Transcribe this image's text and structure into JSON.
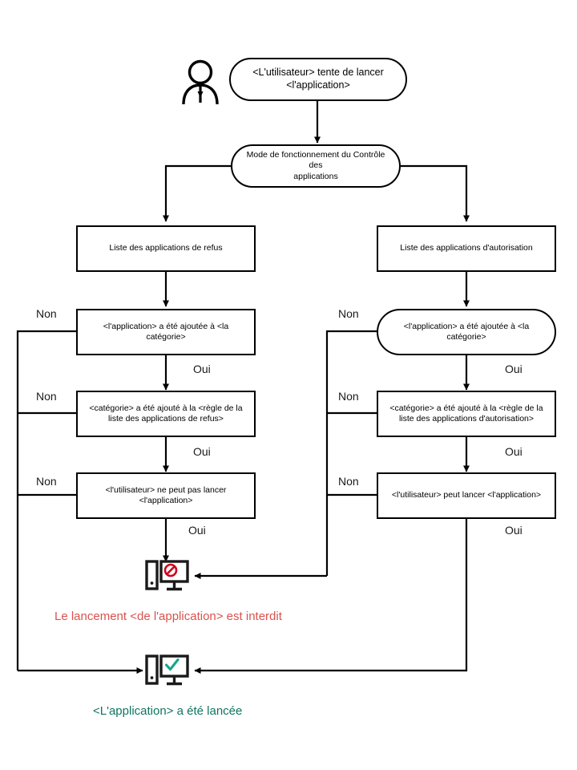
{
  "diagram": {
    "title_text_language": "fr",
    "actor": {
      "icon": "user-person-icon"
    },
    "nodes": {
      "start": {
        "label": "<L'utilisateur> tente de lancer <l'application>",
        "line1": "<L'utilisateur> tente de lancer",
        "line2": "<l'application>",
        "shape": "stadium"
      },
      "mode": {
        "label": "Mode de fonctionnement du Contrôle des applications",
        "line1": "Mode de fonctionnement du Contrôle des",
        "line2": "applications",
        "shape": "stadium"
      },
      "deny_list": {
        "label": "Liste des applications de refus",
        "shape": "rect"
      },
      "allow_list": {
        "label": "Liste des applications d'autorisation",
        "shape": "rect"
      },
      "left_q1": {
        "line1": "<l'application> a été ajoutée à <la",
        "line2": "catégorie>",
        "label": "<l'application> a été ajoutée à <la catégorie>",
        "shape": "rect"
      },
      "left_q2": {
        "line1": "<catégorie> a été ajouté à la <règle de la",
        "line2": "liste des applications de refus>",
        "label": "<catégorie> a été ajouté à la <règle de la liste des applications de refus>",
        "shape": "rect"
      },
      "left_q3": {
        "line1": "<l'utilisateur> ne peut pas lancer",
        "line2": "<l'application>",
        "label": "<l'utilisateur> ne peut pas lancer <l'application>",
        "shape": "rect"
      },
      "right_q1": {
        "line1": "<l'application> a été ajoutée à <la",
        "line2": "catégorie>",
        "label": "<l'application> a été ajoutée à <la catégorie>",
        "shape": "stadium"
      },
      "right_q2": {
        "line1": "<catégorie> a été ajouté à la <règle de la",
        "line2": "liste des applications d'autorisation>",
        "label": "<catégorie> a été ajouté à la <règle de la liste des applications d'autorisation>",
        "shape": "rect"
      },
      "right_q3": {
        "label": "<l'utilisateur> peut lancer <l'application>",
        "shape": "rect"
      }
    },
    "edge_labels": {
      "left_non_1": "Non",
      "left_non_2": "Non",
      "left_non_3": "Non",
      "left_oui_1": "Oui",
      "left_oui_2": "Oui",
      "left_oui_3": "Oui",
      "right_non_1": "Non",
      "right_non_2": "Non",
      "right_non_3": "Non",
      "right_oui_1": "Oui",
      "right_oui_2": "Oui",
      "right_oui_3": "Oui"
    },
    "outcomes": {
      "blocked": {
        "icon": "computer-blocked-icon",
        "caption": "Le lancement <de l'application> est interdit",
        "color": "#d9534f"
      },
      "launched": {
        "icon": "computer-allowed-icon",
        "caption": "<L'application> a été lancée",
        "color": "#0f7561"
      }
    },
    "colors": {
      "stroke": "#000000",
      "background": "#ffffff",
      "deny_red": "#d0021b",
      "allow_teal": "#17a589",
      "blocked_text": "#d9534f",
      "launched_text": "#0f7561"
    }
  }
}
